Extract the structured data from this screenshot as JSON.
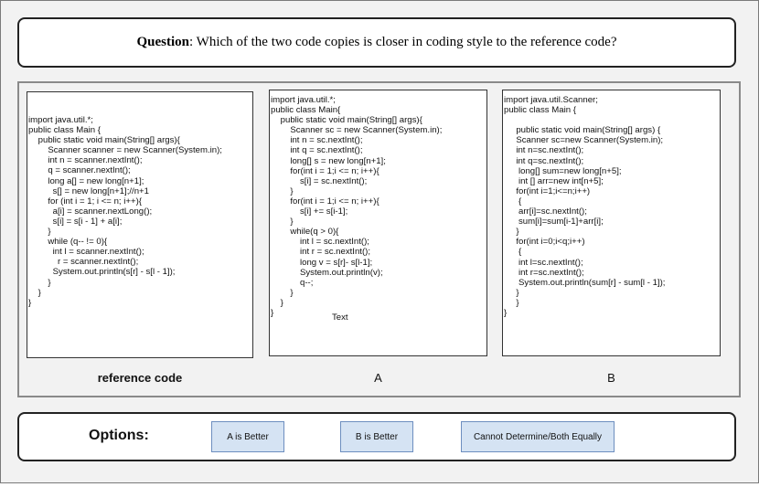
{
  "question": {
    "label": "Question",
    "text": ": Which of the two code copies is closer in coding style to the reference code?"
  },
  "panels": {
    "reference": {
      "label": "reference code",
      "code": "import java.util.*;\npublic class Main {\n    public static void main(String[] args){\n        Scanner scanner = new Scanner(System.in);\n        int n = scanner.nextInt();\n        q = scanner.nextInt();\n        long a[] = new long[n+1];\n          s[] = new long[n+1];//n+1\n        for (int i = 1; i <= n; i++){\n          a[i] = scanner.nextLong();\n          s[i] = s[i - 1] + a[i];\n        }\n        while (q-- != 0){\n          int l = scanner.nextInt();\n            r = scanner.nextInt();\n          System.out.println(s[r] - s[l - 1]);\n        }\n    }\n}"
    },
    "a": {
      "label": "A",
      "code": "import java.util.*;\npublic class Main{\n    public static void main(String[] args){\n        Scanner sc = new Scanner(System.in);\n        int n = sc.nextInt();\n        int q = sc.nextInt();\n        long[] s = new long[n+1];\n        for(int i = 1;i <= n; i++){\n            s[i] = sc.nextInt();\n        }\n        for(int i = 1;i <= n; i++){\n            s[i] += s[i-1];\n        }\n        while(q > 0){\n            int l = sc.nextInt();\n            int r = sc.nextInt();\n            long v = s[r]- s[l-1];\n            System.out.println(v);\n            q--;\n        }\n    }\n}",
      "note": "Text"
    },
    "b": {
      "label": "B",
      "code": "import java.util.Scanner;\npublic class Main {\n\n     public static void main(String[] args) {\n     Scanner sc=new Scanner(System.in);\n     int n=sc.nextInt();\n     int q=sc.nextInt();\n      long[] sum=new long[n+5];\n      int [] arr=new int[n+5];\n     for(int i=1;i<=n;i++)\n      {\n      arr[i]=sc.nextInt();\n      sum[i]=sum[i-1]+arr[i];\n     }\n     for(int i=0;i<q;i++)\n      {\n      int l=sc.nextInt();\n      int r=sc.nextInt();\n      System.out.println(sum[r] - sum[l - 1]);\n     }\n     }\n}"
    }
  },
  "options": {
    "label": "Options:",
    "a_better": "A is Better",
    "b_better": "B is Better",
    "cannot_determine": "Cannot Determine/Both Equally"
  }
}
